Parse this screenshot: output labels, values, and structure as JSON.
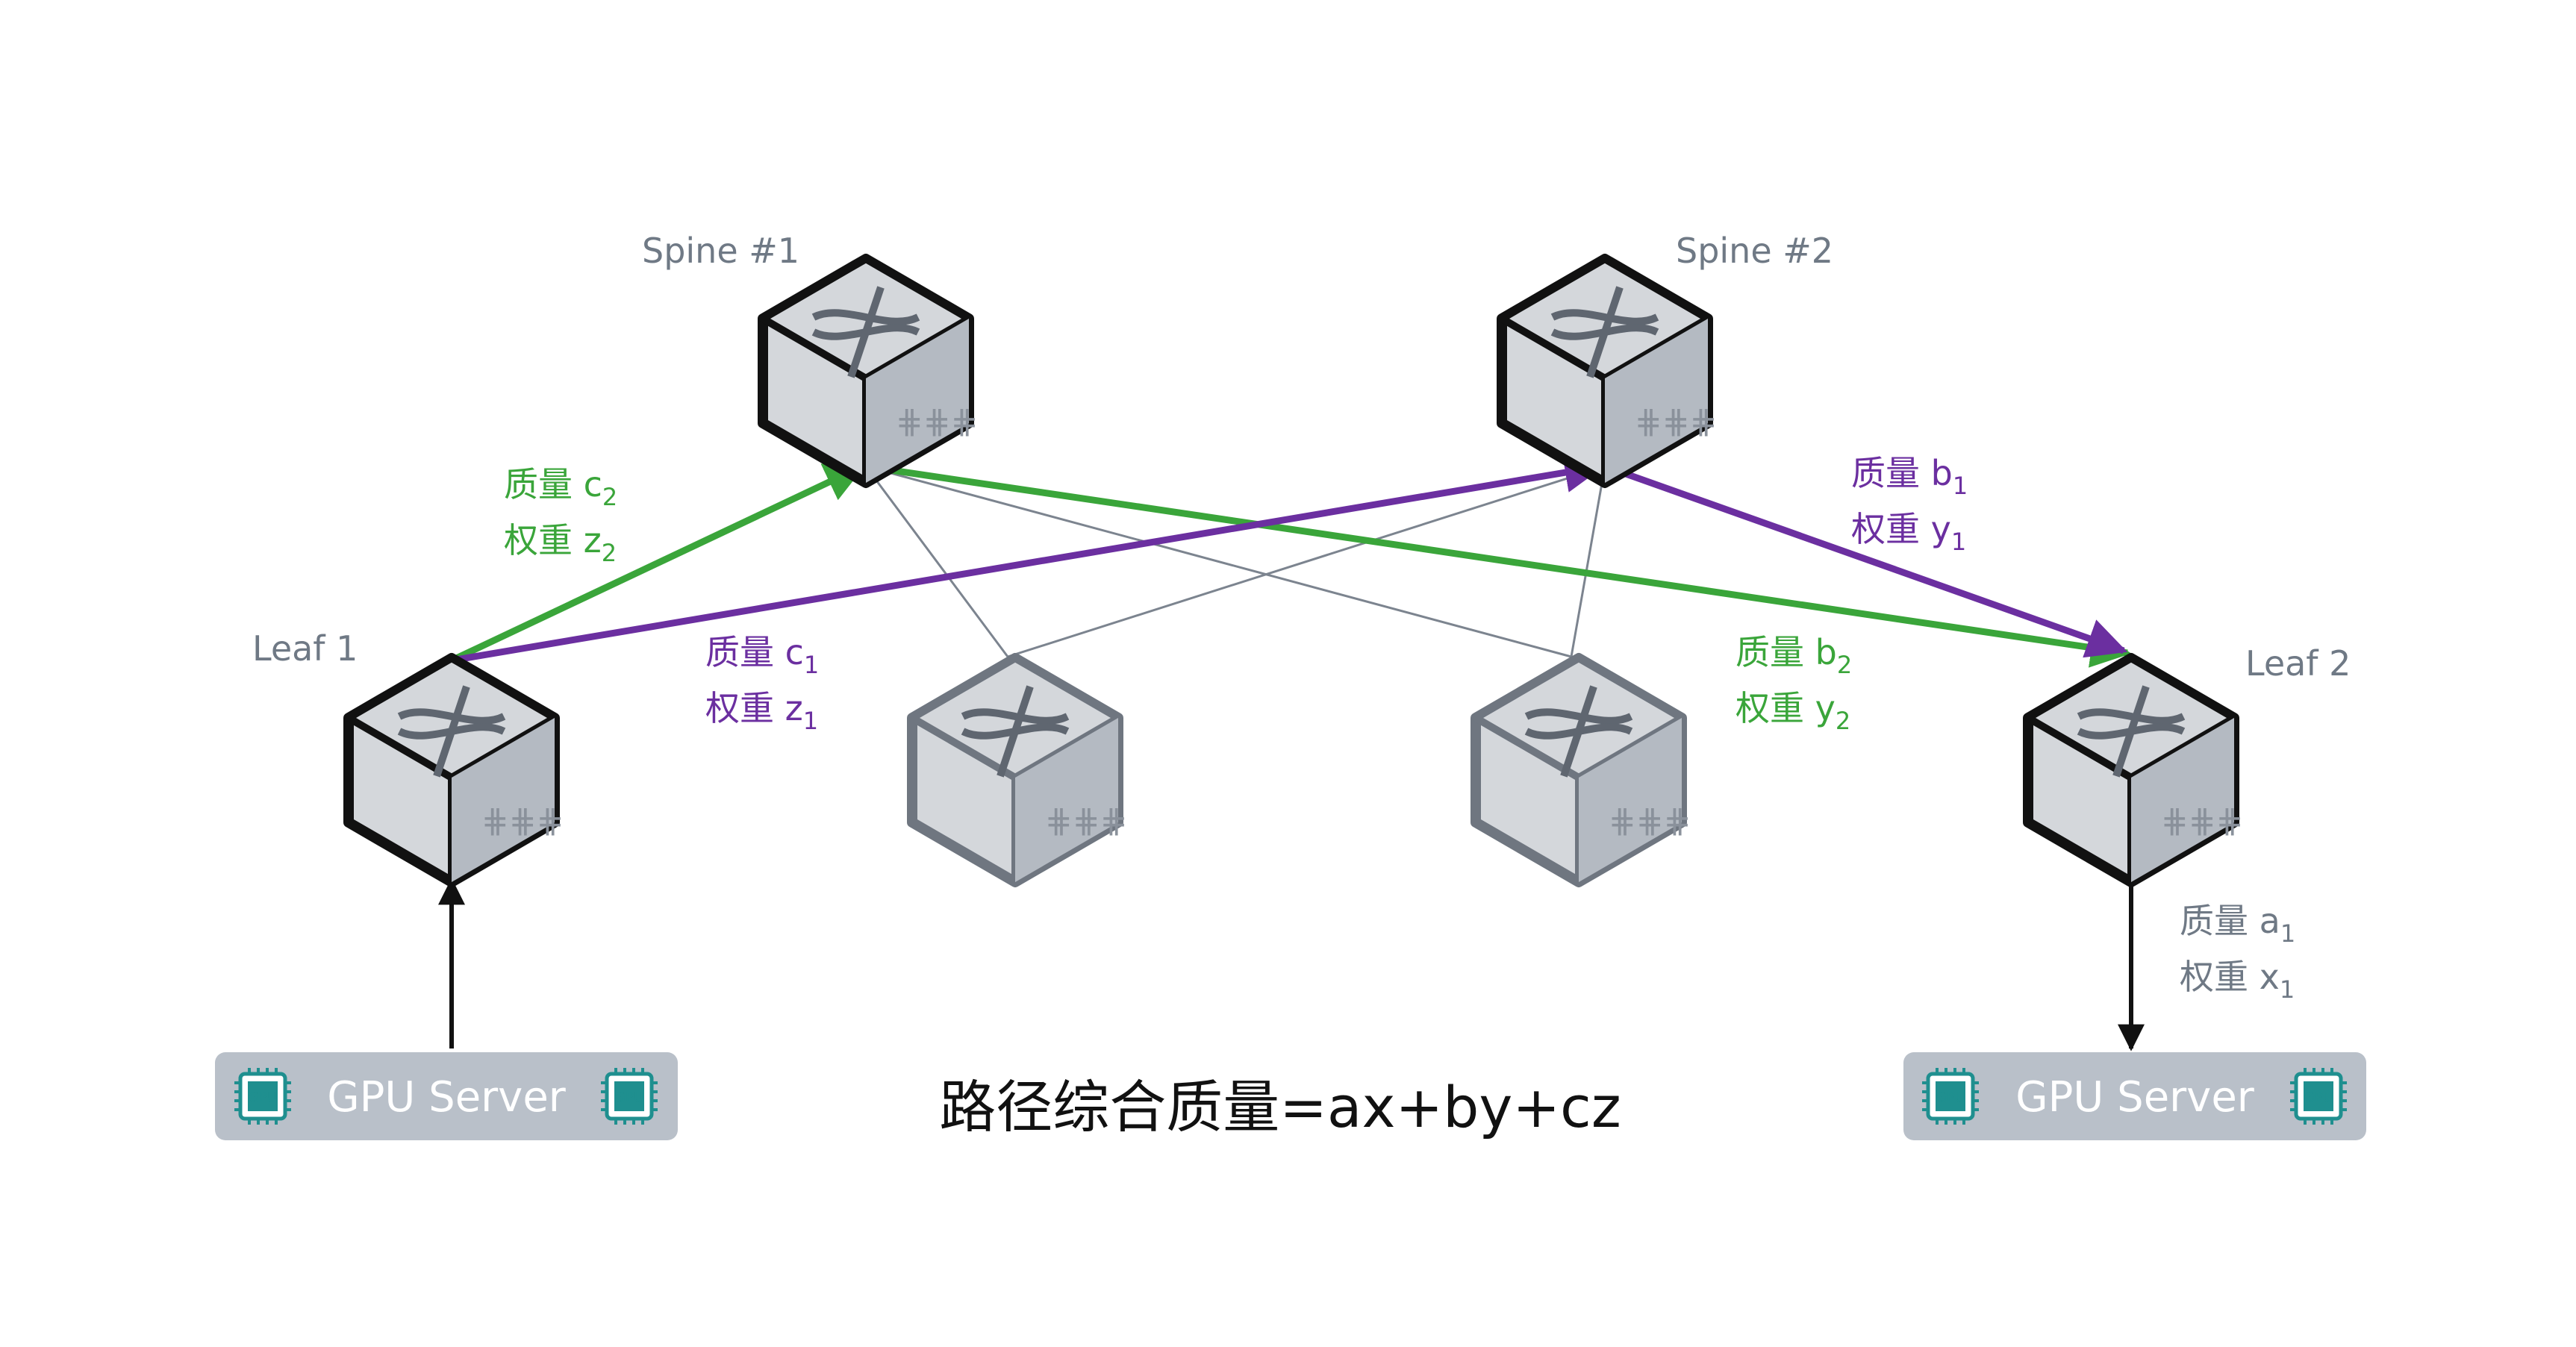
{
  "nodes": {
    "spine1": {
      "label": "Spine #1"
    },
    "spine2": {
      "label": "Spine #2"
    },
    "leaf1": {
      "label": "Leaf 1"
    },
    "leaf2": {
      "label": "Leaf 2"
    }
  },
  "servers": {
    "left": {
      "label": "GPU Server",
      "chip": "GPU"
    },
    "right": {
      "label": "GPU Server",
      "chip": "GPU"
    }
  },
  "metrics": {
    "green_left": {
      "quality": "质量 c",
      "quality_sub": "2",
      "weight": "权重 z",
      "weight_sub": "2"
    },
    "purple_left": {
      "quality": "质量 c",
      "quality_sub": "1",
      "weight": "权重 z",
      "weight_sub": "1"
    },
    "purple_right": {
      "quality": "质量 b",
      "quality_sub": "1",
      "weight": "权重 y",
      "weight_sub": "1"
    },
    "green_right": {
      "quality": "质量 b",
      "quality_sub": "2",
      "weight": "权重 y",
      "weight_sub": "2"
    },
    "downlink": {
      "quality": "质量 a",
      "quality_sub": "1",
      "weight": "权重 x",
      "weight_sub": "1"
    }
  },
  "formula": "路径综合质量=ax+by+cz",
  "colors": {
    "green": "#3aa53a",
    "purple": "#6b2fa0",
    "gray": "#6f7985",
    "black": "#111111",
    "server": "#b9c0c9",
    "chip": "#1f8f8f"
  },
  "icons": [
    "network-switch-icon",
    "gpu-chip-icon",
    "arrow-icon"
  ]
}
